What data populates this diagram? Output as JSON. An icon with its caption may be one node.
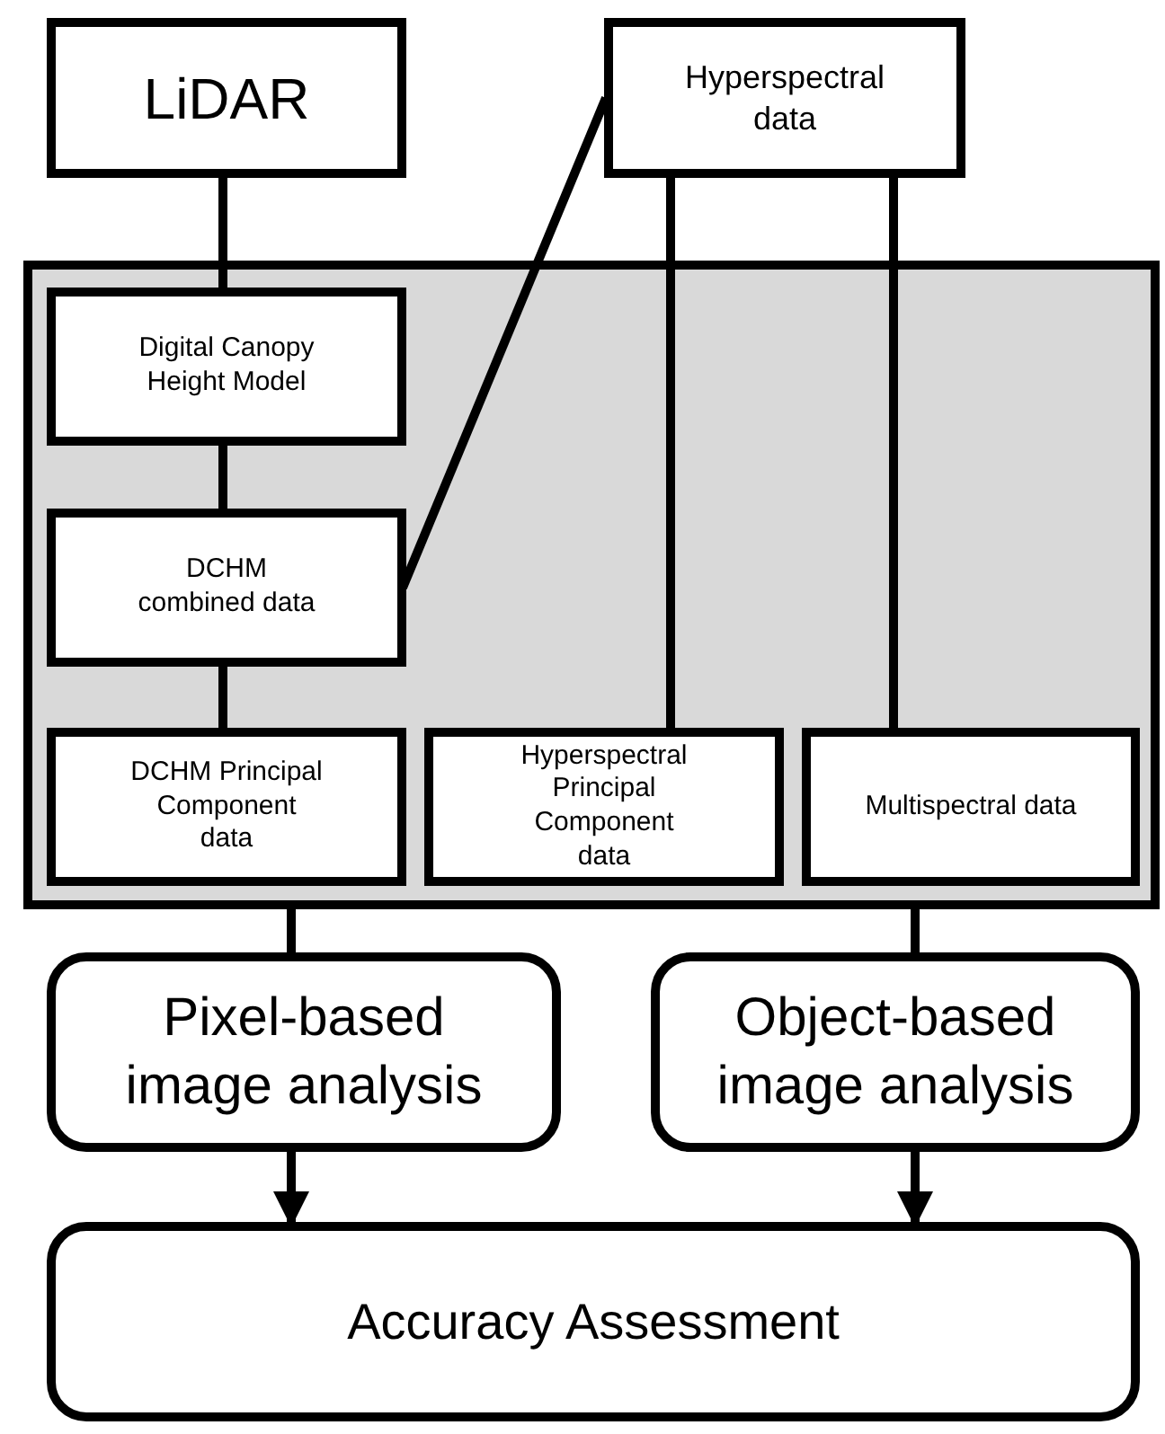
{
  "diagram": {
    "nodes": [
      {
        "text": [
          "LiDAR"
        ]
      },
      {
        "text": [
          "Hyperspectral data"
        ]
      },
      {
        "text": [],
        "shape": "box"
      },
      {
        "text": [
          "Digital Canopy Height Model"
        ],
        "in": 2
      },
      {
        "text": [
          "DCHM combined data"
        ],
        "in": 2
      },
      {
        "text": [
          "DCHM Principal Component data"
        ],
        "in": 2
      },
      {
        "text": [
          "Hyperspectral Principal Component data"
        ],
        "in": 2
      },
      {
        "text": [
          "Multispectral data"
        ],
        "in": 2
      },
      {
        "text": [
          "Pixel-based image analysis"
        ]
      },
      {
        "text": [
          "Object-based image analysis"
        ]
      },
      {
        "text": [
          "Accuracy Assessment"
        ]
      }
    ],
    "edges": [
      {
        "from": 0,
        "to": 3,
        "arrow": "none"
      },
      {
        "from": 3,
        "to": 4,
        "arrow": "none"
      },
      {
        "from": 1,
        "to": 4,
        "arrow": "none"
      },
      {
        "from": 4,
        "to": 5,
        "arrow": "none"
      },
      {
        "from": 1,
        "to": 6,
        "arrow": "none"
      },
      {
        "from": 1,
        "to": 7,
        "arrow": "none"
      },
      {
        "from": 2,
        "to": 8,
        "arrow": "none"
      },
      {
        "from": 2,
        "to": 9,
        "arrow": "none"
      },
      {
        "from": 8,
        "to": 10,
        "arrow": "to"
      },
      {
        "from": 9,
        "to": 10,
        "arrow": "to"
      }
    ]
  }
}
